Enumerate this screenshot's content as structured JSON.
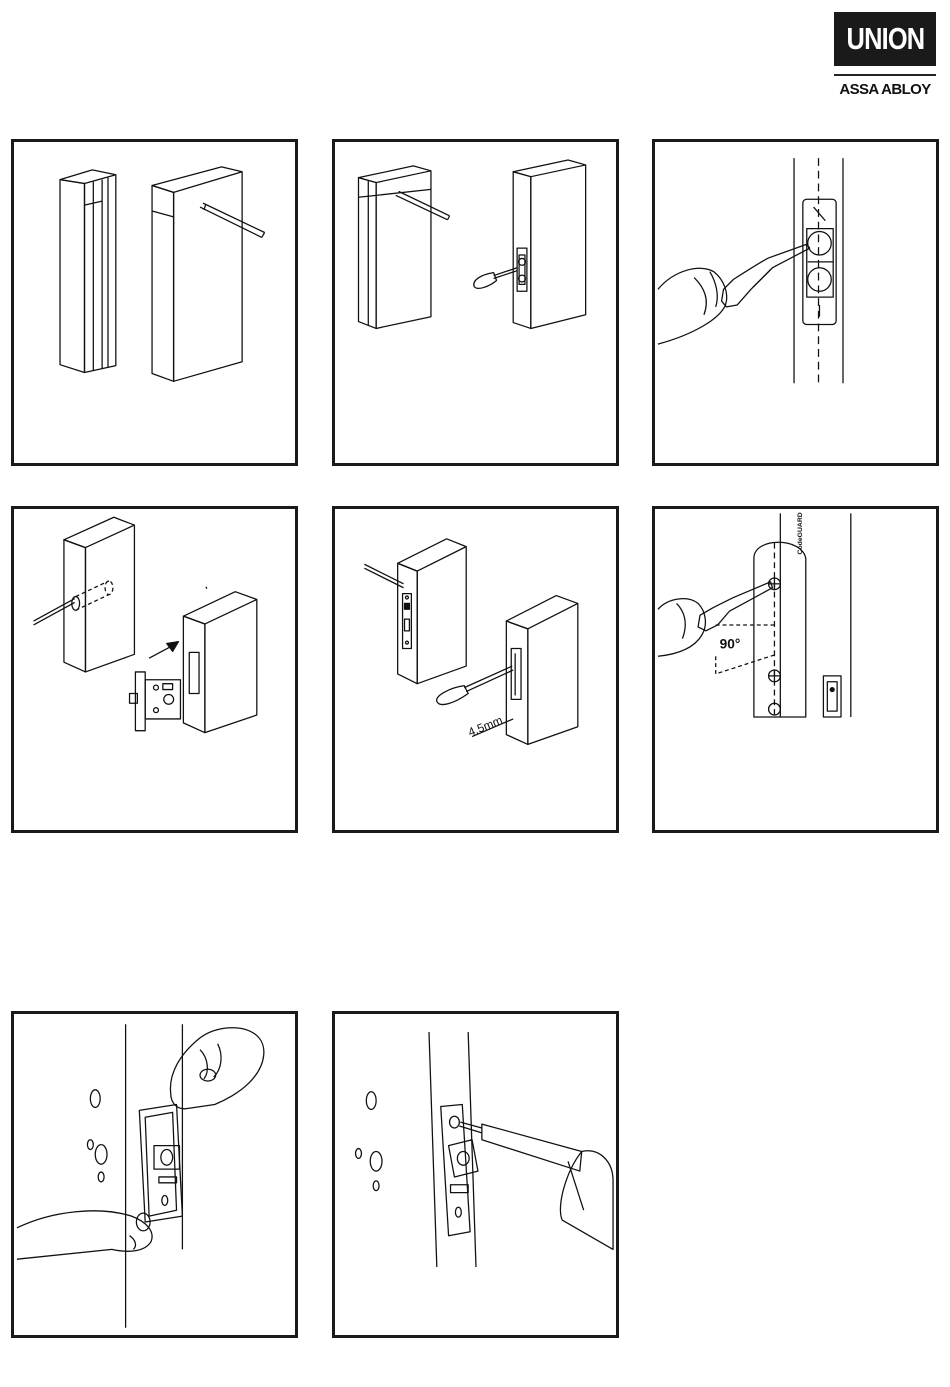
{
  "logo": {
    "brand": "UNION",
    "parent": "ASSA ABLOY"
  },
  "steps": {
    "step5": {
      "measurement": "4.5mm"
    },
    "step6": {
      "plate_text": "CodeGUARD",
      "angle": "90°"
    }
  }
}
